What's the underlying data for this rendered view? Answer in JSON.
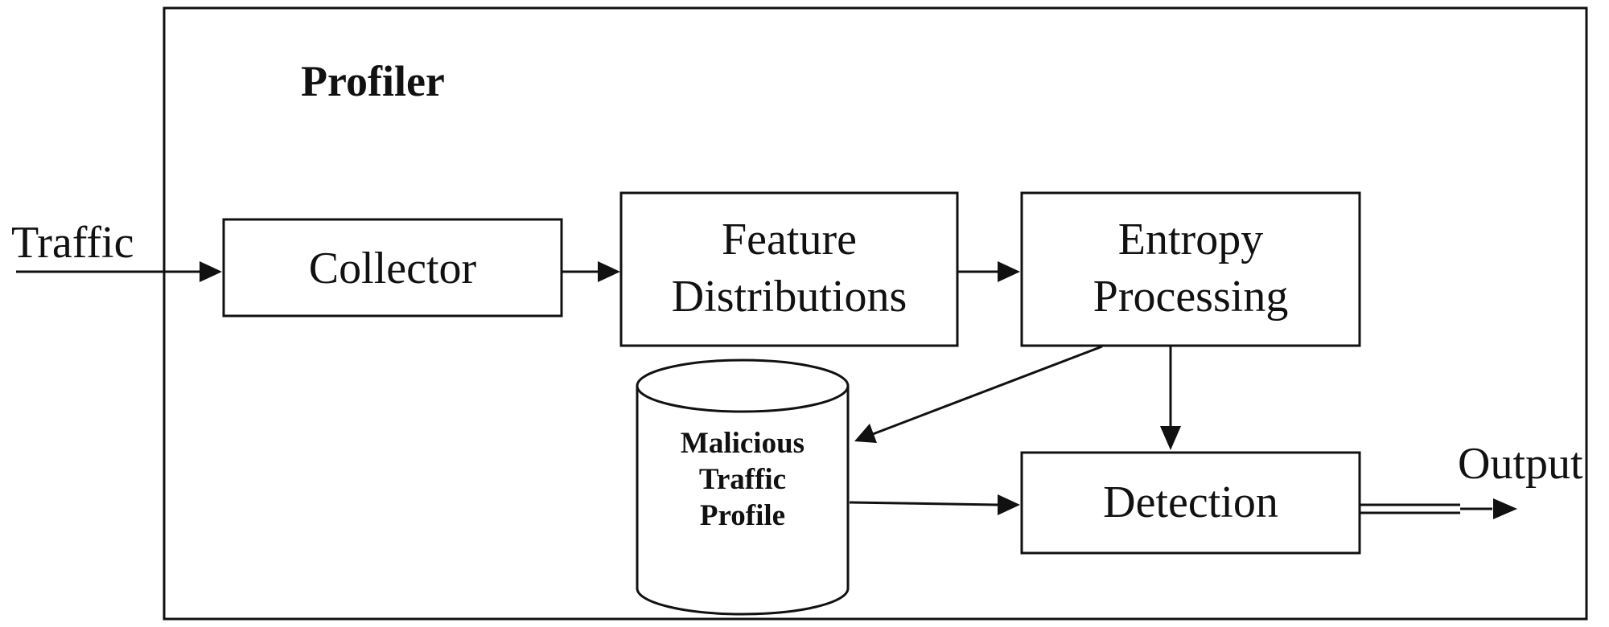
{
  "profiler": {
    "title": "Profiler"
  },
  "input": {
    "label": "Traffic"
  },
  "output": {
    "label": "Output"
  },
  "blocks": {
    "collector": {
      "label": "Collector"
    },
    "feature_distributions": {
      "line1": "Feature",
      "line2": "Distributions"
    },
    "entropy_processing": {
      "line1": "Entropy",
      "line2": "Processing"
    },
    "detection": {
      "label": "Detection"
    }
  },
  "database": {
    "line1": "Malicious",
    "line2": "Traffic",
    "line3": "Profile"
  }
}
